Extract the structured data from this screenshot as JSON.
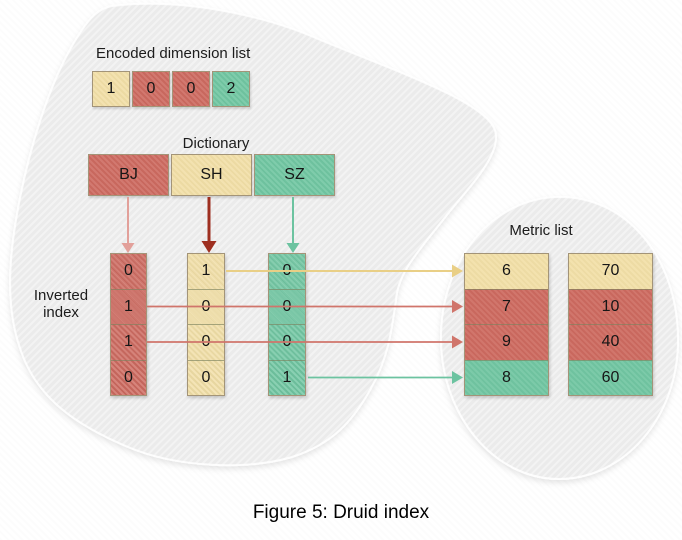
{
  "figure": {
    "caption": "Figure 5: Druid index"
  },
  "palette": {
    "red": "#cd6a60",
    "yellow": "#f2dfa7",
    "green": "#71c6a2",
    "cell_border": "#a39478",
    "arrow_pink": "#e2a09a",
    "arrow_dark_red": "#9e2f20",
    "arrow_red": "#d0756b",
    "arrow_yellow": "#e9cf86",
    "arrow_green": "#6cc3a0",
    "blob_fill": "#ebebeb",
    "blob_stripe": "#f3f3f3",
    "text": "#1f1f1f"
  },
  "encoded_dimension_list": {
    "label": "Encoded dimension list",
    "cells": [
      {
        "value": "1",
        "color": "yellow"
      },
      {
        "value": "0",
        "color": "red"
      },
      {
        "value": "0",
        "color": "red"
      },
      {
        "value": "2",
        "color": "green"
      }
    ]
  },
  "dictionary": {
    "label": "Dictionary",
    "cells": [
      {
        "value": "BJ",
        "color": "red"
      },
      {
        "value": "SH",
        "color": "yellow"
      },
      {
        "value": "SZ",
        "color": "green"
      }
    ]
  },
  "inverted_index": {
    "label_lines": [
      "Inverted",
      "index"
    ],
    "columns": [
      {
        "color": "red",
        "values": [
          "0",
          "1",
          "1",
          "0"
        ]
      },
      {
        "color": "yellow",
        "values": [
          "1",
          "0",
          "0",
          "0"
        ]
      },
      {
        "color": "green",
        "values": [
          "0",
          "0",
          "0",
          "1"
        ]
      }
    ]
  },
  "metric_list": {
    "label": "Metric list",
    "row_colors": [
      "yellow",
      "red",
      "red",
      "green"
    ],
    "columns": [
      {
        "values": [
          "6",
          "7",
          "9",
          "8"
        ]
      },
      {
        "values": [
          "70",
          "10",
          "40",
          "60"
        ]
      }
    ]
  },
  "arrows": {
    "vertical": [
      {
        "from": "BJ",
        "to": "inverted-index-column-1",
        "color": "#e2a09a"
      },
      {
        "from": "SH",
        "to": "inverted-index-column-2",
        "color": "#9e2f20"
      },
      {
        "from": "SZ",
        "to": "inverted-index-column-3",
        "color": "#6cc3a0"
      }
    ],
    "horizontal": [
      {
        "from": "inverted-index-column-2-row-1",
        "to": "metric-row-1",
        "color": "#e9cf86"
      },
      {
        "from": "inverted-index-column-1-row-2",
        "to": "metric-row-2",
        "color": "#d0756b"
      },
      {
        "from": "inverted-index-column-1-row-3",
        "to": "metric-row-3",
        "color": "#d0756b"
      },
      {
        "from": "inverted-index-column-3-row-4",
        "to": "metric-row-4",
        "color": "#6cc3a0"
      }
    ]
  }
}
